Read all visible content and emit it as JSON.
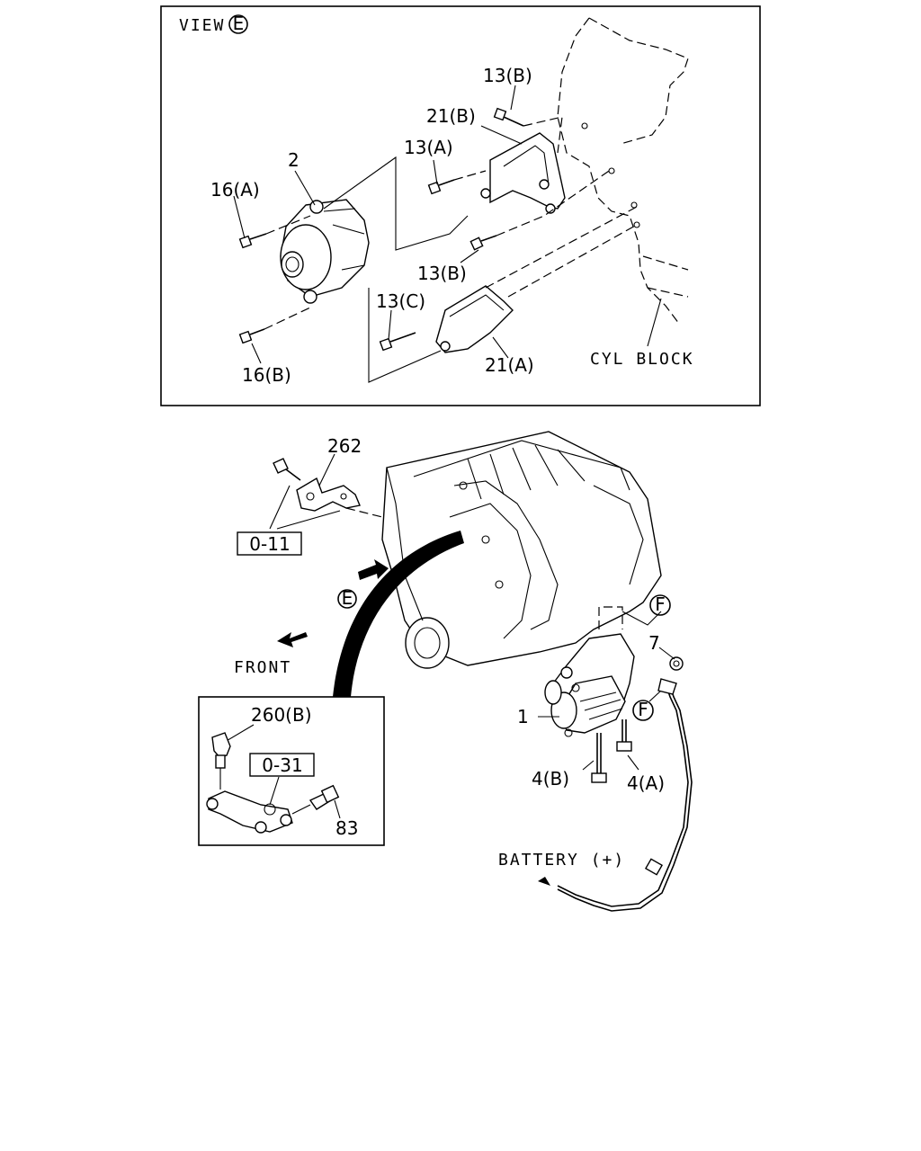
{
  "view_panel": {
    "title": "VIEW",
    "title_circle": "E",
    "labels": {
      "p13b_top": "13(B)",
      "p21b": "21(B)",
      "p13a": "13(A)",
      "p2": "2",
      "p16a": "16(A)",
      "p13b_mid": "13(B)",
      "p13c": "13(C)",
      "p16b": "16(B)",
      "p21a": "21(A)",
      "cyl_block": "CYL BLOCK"
    }
  },
  "main": {
    "labels": {
      "p262": "262",
      "ref011": "0-11",
      "view_e": "E",
      "front": "FRONT",
      "f_top": "F",
      "f_side": "F",
      "p7": "7",
      "p1": "1",
      "p4b": "4(B)",
      "p4a": "4(A)",
      "battery": "BATTERY (+)"
    }
  },
  "inset": {
    "labels": {
      "p260b": "260(B)",
      "ref031": "0-31",
      "p83": "83"
    }
  }
}
